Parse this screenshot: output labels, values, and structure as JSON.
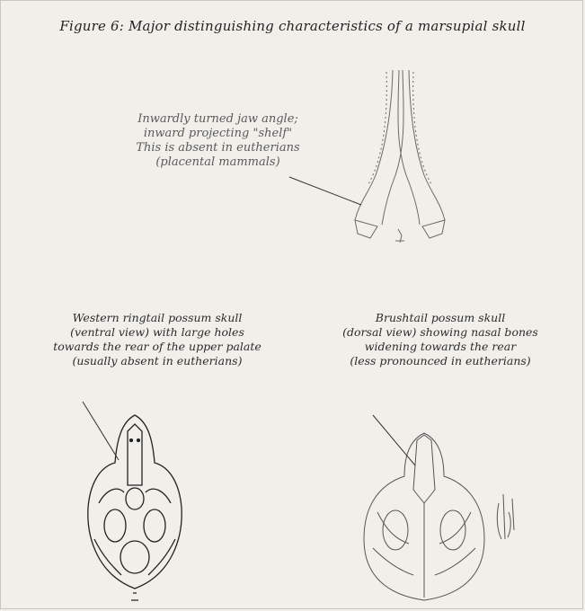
{
  "figure": {
    "title": "Figure 6: Major distinguishing characteristics of a marsupial skull"
  },
  "annotations": {
    "jaw": [
      "Inwardly turned jaw angle;",
      "inward projecting \"shelf\"",
      "This is absent in eutherians",
      "(placental mammals)"
    ],
    "ringtail": [
      "Western ringtail possum skull",
      "(ventral view) with large holes",
      "towards the rear of the upper palate",
      "(usually absent in eutherians)"
    ],
    "brushtail": [
      "Brushtail possum skull",
      "(dorsal view) showing nasal bones",
      "widening towards the rear",
      "(less pronounced in eutherians)"
    ]
  },
  "colors": {
    "background": "#f1efea",
    "ink": "#2b2b2b",
    "sketch": "#6a6a6a"
  }
}
